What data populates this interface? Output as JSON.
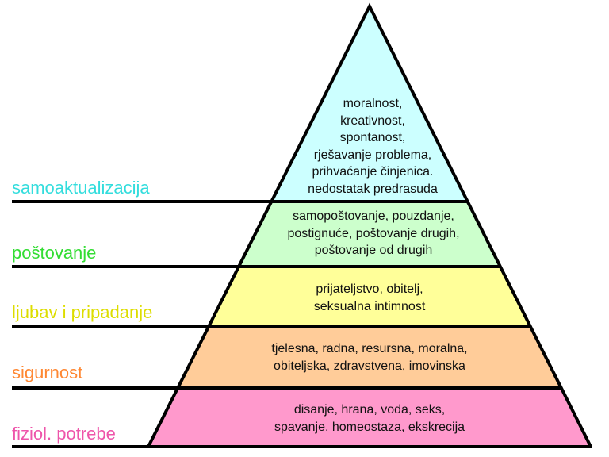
{
  "levels": [
    {
      "name": "samoaktualizacija",
      "color": "#ccffff",
      "label_color": "#33dddd",
      "lines": [
        "moralnost,",
        "kreativnost,",
        "spontanost,",
        "rješavanje problema,",
        "prihvaćanje činjenica.",
        "nedostatak predrasuda"
      ]
    },
    {
      "name": "poštovanje",
      "color": "#ccffcc",
      "label_color": "#33dd33",
      "lines": [
        "samopoštovanje, pouzdanje,",
        "postignuće, poštovanje drugih,",
        "poštovanje od drugih"
      ]
    },
    {
      "name": "ljubav i pripadanje",
      "color": "#ffff99",
      "label_color": "#dddd00",
      "lines": [
        "prijateljstvo, obitelj,",
        "seksualna intimnost"
      ]
    },
    {
      "name": "sigurnost",
      "color": "#ffcc99",
      "label_color": "#ff8833",
      "lines": [
        "tjelesna, radna, resursna, moralna,",
        "obiteljska, zdravstvena, imovinska"
      ]
    },
    {
      "name": "fiziol. potrebe",
      "color": "#ff99cc",
      "label_color": "#ee55aa",
      "lines": [
        "disanje, hrana, voda, seks,",
        "spavanje, homeostaza, ekskrecija"
      ]
    }
  ]
}
